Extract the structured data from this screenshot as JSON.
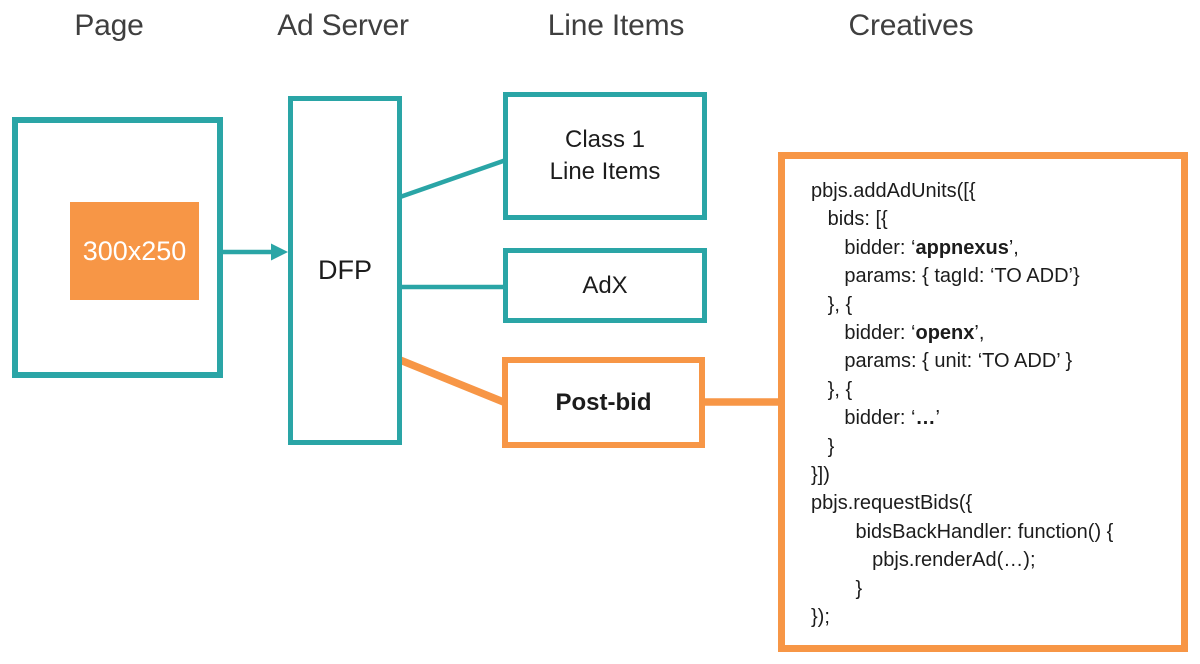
{
  "colors": {
    "teal": "#2AA5A6",
    "orange": "#F79646",
    "heading_text": "#3F3F3F",
    "code_text": "#1C1C1C",
    "ad_slot_text": "#FFFFFF",
    "background": "#FFFFFF"
  },
  "headers": {
    "page": "Page",
    "ad_server": "Ad Server",
    "line_items": "Line Items",
    "creatives": "Creatives"
  },
  "page_box": {
    "ad_slot_label": "300x250"
  },
  "ad_server_box": {
    "label": "DFP"
  },
  "line_item_boxes": {
    "class1_line1": "Class 1",
    "class1_line2": "Line Items",
    "adx_label": "AdX",
    "postbid_label": "Post-bid"
  },
  "creatives_box": {
    "code_lines": [
      [
        {
          "t": "pbjs.addAdUnits([{",
          "b": false
        }
      ],
      [
        {
          "t": "   bids: [{",
          "b": false
        }
      ],
      [
        {
          "t": "      bidder: ‘",
          "b": false
        },
        {
          "t": "appnexus",
          "b": true
        },
        {
          "t": "’,",
          "b": false
        }
      ],
      [
        {
          "t": "      params: { tagId: ‘TO ADD’}",
          "b": false
        }
      ],
      [
        {
          "t": "   }, {",
          "b": false
        }
      ],
      [
        {
          "t": "      bidder: ‘",
          "b": false
        },
        {
          "t": "openx",
          "b": true
        },
        {
          "t": "’,",
          "b": false
        }
      ],
      [
        {
          "t": "      params: { unit: ‘TO ADD’ }",
          "b": false
        }
      ],
      [
        {
          "t": "   }, {",
          "b": false
        }
      ],
      [
        {
          "t": "      bidder: ‘",
          "b": false
        },
        {
          "t": "…",
          "b": true
        },
        {
          "t": "’",
          "b": false
        }
      ],
      [
        {
          "t": "   }",
          "b": false
        }
      ],
      [
        {
          "t": "}])",
          "b": false
        }
      ],
      [
        {
          "t": "pbjs.requestBids({",
          "b": false
        }
      ],
      [
        {
          "t": "        bidsBackHandler: function() {",
          "b": false
        }
      ],
      [
        {
          "t": "           pbjs.renderAd(…);",
          "b": false
        }
      ],
      [
        {
          "t": "        }",
          "b": false
        }
      ],
      [
        {
          "t": "});",
          "b": false
        }
      ]
    ]
  }
}
